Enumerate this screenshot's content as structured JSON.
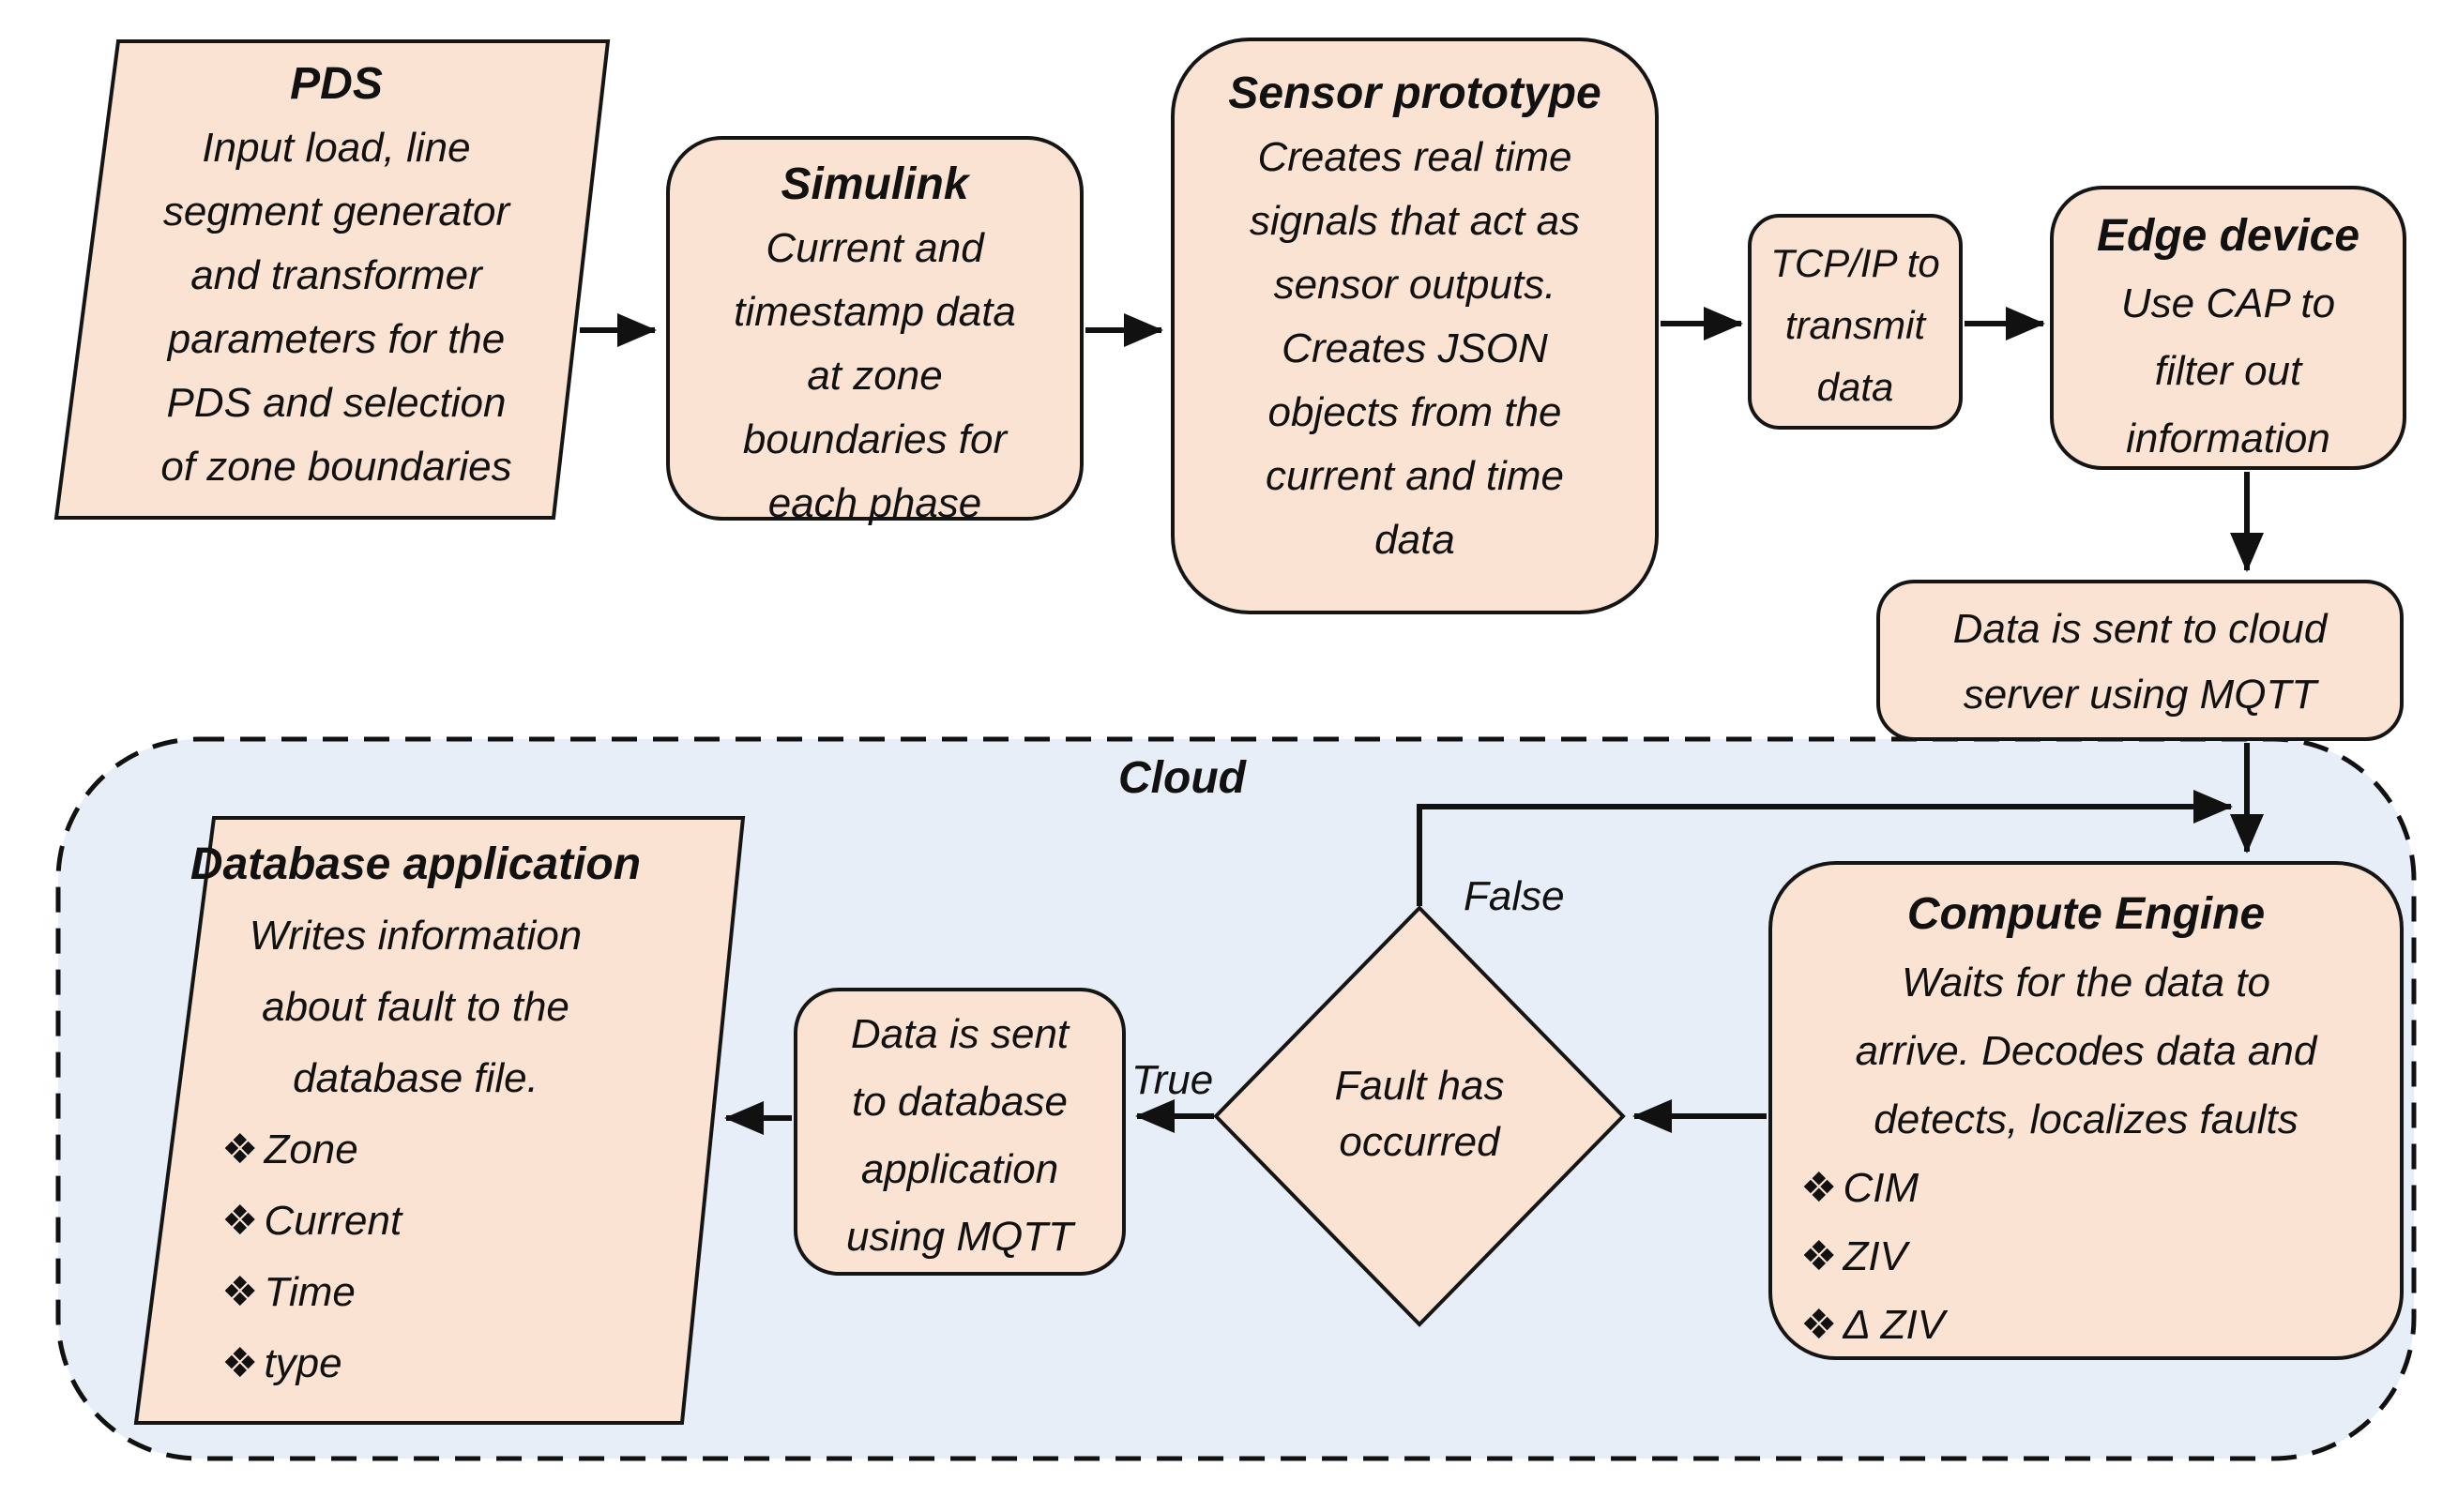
{
  "diagram": {
    "cloud_label": "Cloud",
    "labels": {
      "true": "True",
      "false": "False"
    },
    "bullet_icon": "❖",
    "colors": {
      "node_fill": "#FAE3D2",
      "node_border": "#151515",
      "cloud_fill": "#E8EEF8",
      "arrow": "#111111",
      "text": "#111111"
    },
    "nodes": {
      "pds": {
        "title": "PDS",
        "lines": [
          "Input load, line",
          "segment generator",
          "and transformer",
          "parameters for the",
          "PDS and selection",
          "of zone boundaries"
        ]
      },
      "simulink": {
        "title": "Simulink",
        "lines": [
          "Current and",
          "timestamp data",
          "at zone",
          "boundaries for",
          "each phase"
        ]
      },
      "sensor": {
        "title": "Sensor prototype",
        "lines": [
          "Creates real time",
          "signals that act as",
          "sensor outputs.",
          "Creates JSON",
          "objects from the",
          "current and time",
          "data"
        ]
      },
      "tcpip": {
        "lines": [
          "TCP/IP to",
          "transmit",
          "data"
        ]
      },
      "edge": {
        "title": "Edge device",
        "lines": [
          "Use CAP to",
          "filter out",
          "information"
        ]
      },
      "mqtt_cloud": {
        "lines": [
          "Data is sent to cloud",
          "server using MQTT"
        ]
      },
      "compute": {
        "title": "Compute Engine",
        "lines": [
          "Waits for the data to",
          "arrive. Decodes data and",
          "detects, localizes faults"
        ],
        "bullets": [
          "CIM",
          "ZIV",
          "Δ ZIV"
        ]
      },
      "decision": {
        "lines": [
          "Fault has",
          "occurred"
        ]
      },
      "db_mqtt": {
        "lines": [
          "Data is sent",
          "to database",
          "application",
          "using MQTT"
        ]
      },
      "database": {
        "title": "Database application",
        "lines": [
          "Writes information",
          "about fault to the",
          "database file."
        ],
        "bullets": [
          "Zone",
          "Current",
          "Time",
          "type"
        ]
      }
    }
  }
}
